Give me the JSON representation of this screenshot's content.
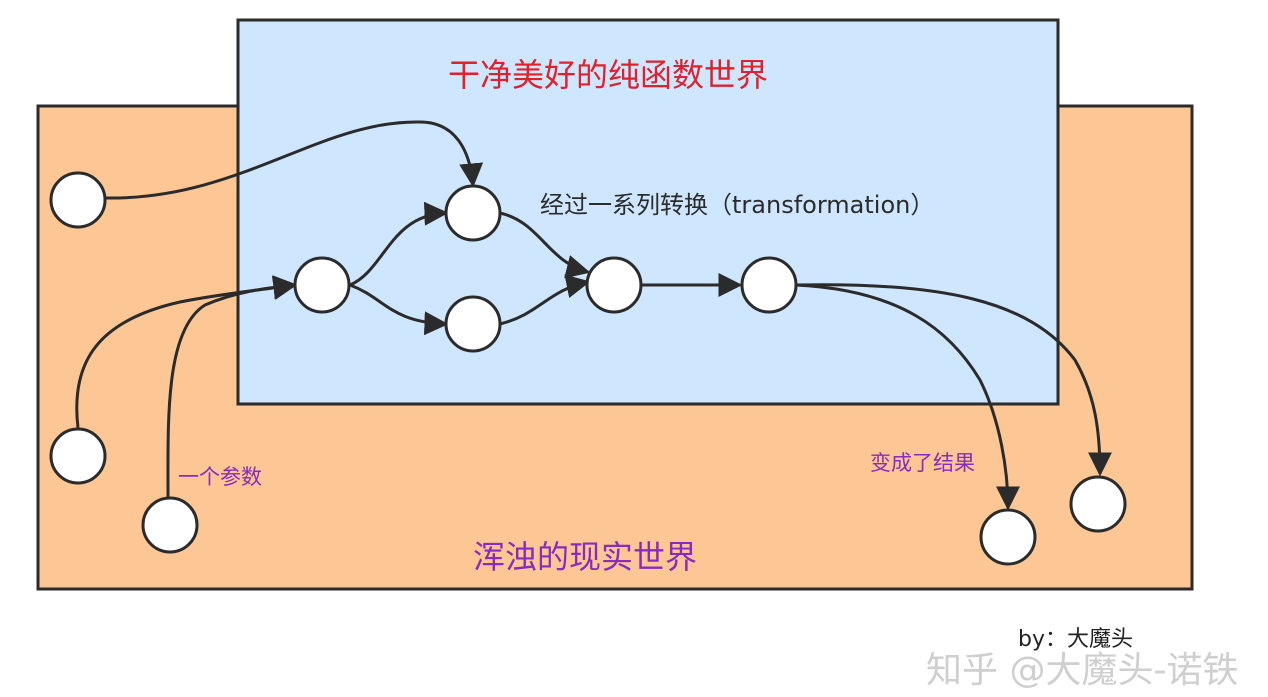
{
  "labels": {
    "pure_world": "干净美好的纯函数世界",
    "transformation": "经过一系列转换（transformation）",
    "real_world": "浑浊的现实世界",
    "one_param": "一个参数",
    "became_result": "变成了结果",
    "credit": "by：大魔头",
    "watermark": "知乎 @大魔头-诺铁"
  },
  "colors": {
    "real_world_fill": "#fcc795",
    "pure_world_fill": "#cfe6ff",
    "pure_title": "#e0202a",
    "real_title": "#8b2bbd",
    "stroke": "#2b2b2b"
  }
}
